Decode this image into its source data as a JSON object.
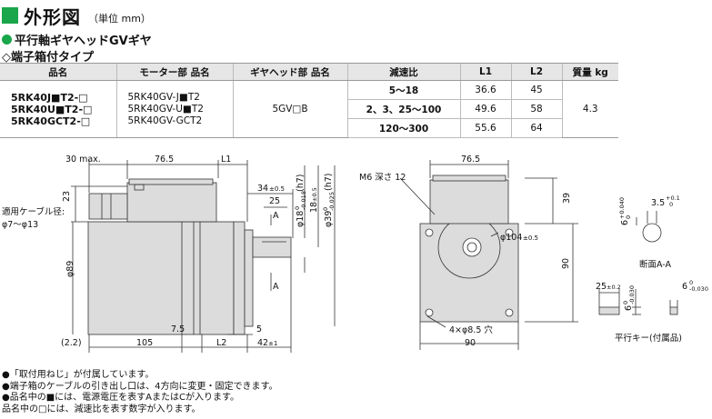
{
  "header": {
    "title": "外形図",
    "unit": "（単位 mm）"
  },
  "subtitle": "平行軸ギヤヘッドGVギヤ",
  "subsection": "◇端子箱付タイプ",
  "table": {
    "headers": [
      "品名",
      "モーター部 品名",
      "ギヤヘッド部 品名",
      "減速比",
      "L1",
      "L2",
      "質量 kg"
    ],
    "models": [
      "5RK40J■T2-□",
      "5RK40U■T2-□",
      "5RK40GCT2-□"
    ],
    "motors": [
      "5RK40GV-J■T2",
      "5RK40GV-U■T2",
      "5RK40GV-GCT2"
    ],
    "gearhead": "5GV□B",
    "rows": [
      {
        "ratio": "5～18",
        "l1": "36.6",
        "l2": "45"
      },
      {
        "ratio": "2、3、25～100",
        "l1": "49.6",
        "l2": "58"
      },
      {
        "ratio": "120～300",
        "l1": "55.6",
        "l2": "64"
      }
    ],
    "mass": "4.3"
  },
  "drawing": {
    "d30max": "30 max.",
    "d765": "76.5",
    "dL1": "L1",
    "d23": "23",
    "cable1": "適用ケーブル径:",
    "cable2": "φ7～φ13",
    "d34": "34",
    "d34tol": "±0.5",
    "d25": "25",
    "sA": "A",
    "dshaft": "φ18",
    "dshaftTol1": "0",
    "dshaftTol2": "-0.018",
    "dshaftFit": "(h7)",
    "d18": "18",
    "d18tol": "±0.5",
    "dpilot": "φ39",
    "dpilotTol1": "0",
    "dpilotTol2": "-0.025",
    "dpilotFit": "(h7)",
    "d89": "φ89",
    "d75": "7.5",
    "d5": "5",
    "d22": "(2.2)",
    "d105": "105",
    "dL2": "L2",
    "d42": "42",
    "d42tol": "±1",
    "m6": "M6 深さ 12",
    "f765": "76.5",
    "d39": "39",
    "d104": "φ104",
    "d104tol": "±0.5",
    "d90v": "90",
    "holes": "4×φ8.5 穴",
    "d90h": "90",
    "secA": "断面A-A",
    "kd35": "3.5",
    "kd35a": "+0.1",
    "kd35b": "0",
    "kd6": "6",
    "kd6a": "+0.040",
    "kd6b": "0",
    "key25": "25",
    "key25tol": "±0.2",
    "key6a": "6",
    "key6b": "0",
    "key6c": "-0.030",
    "key6d": "6",
    "key6e": "0",
    "key6f": "-0.030",
    "keyLabel": "平行キー(付属品)"
  },
  "notes": [
    "●「取付用ねじ」が付属しています。",
    "●端子箱のケーブルの引き出し口は、4方向に変更・固定できます。",
    "●品名中の■には、電源電圧を表すAまたはCが入ります。",
    "品名中の□には、減速比を表す数字が入ります。"
  ],
  "colors": {
    "accent": "#1aa64a",
    "body": "#dcdcdc",
    "line": "#333333"
  }
}
